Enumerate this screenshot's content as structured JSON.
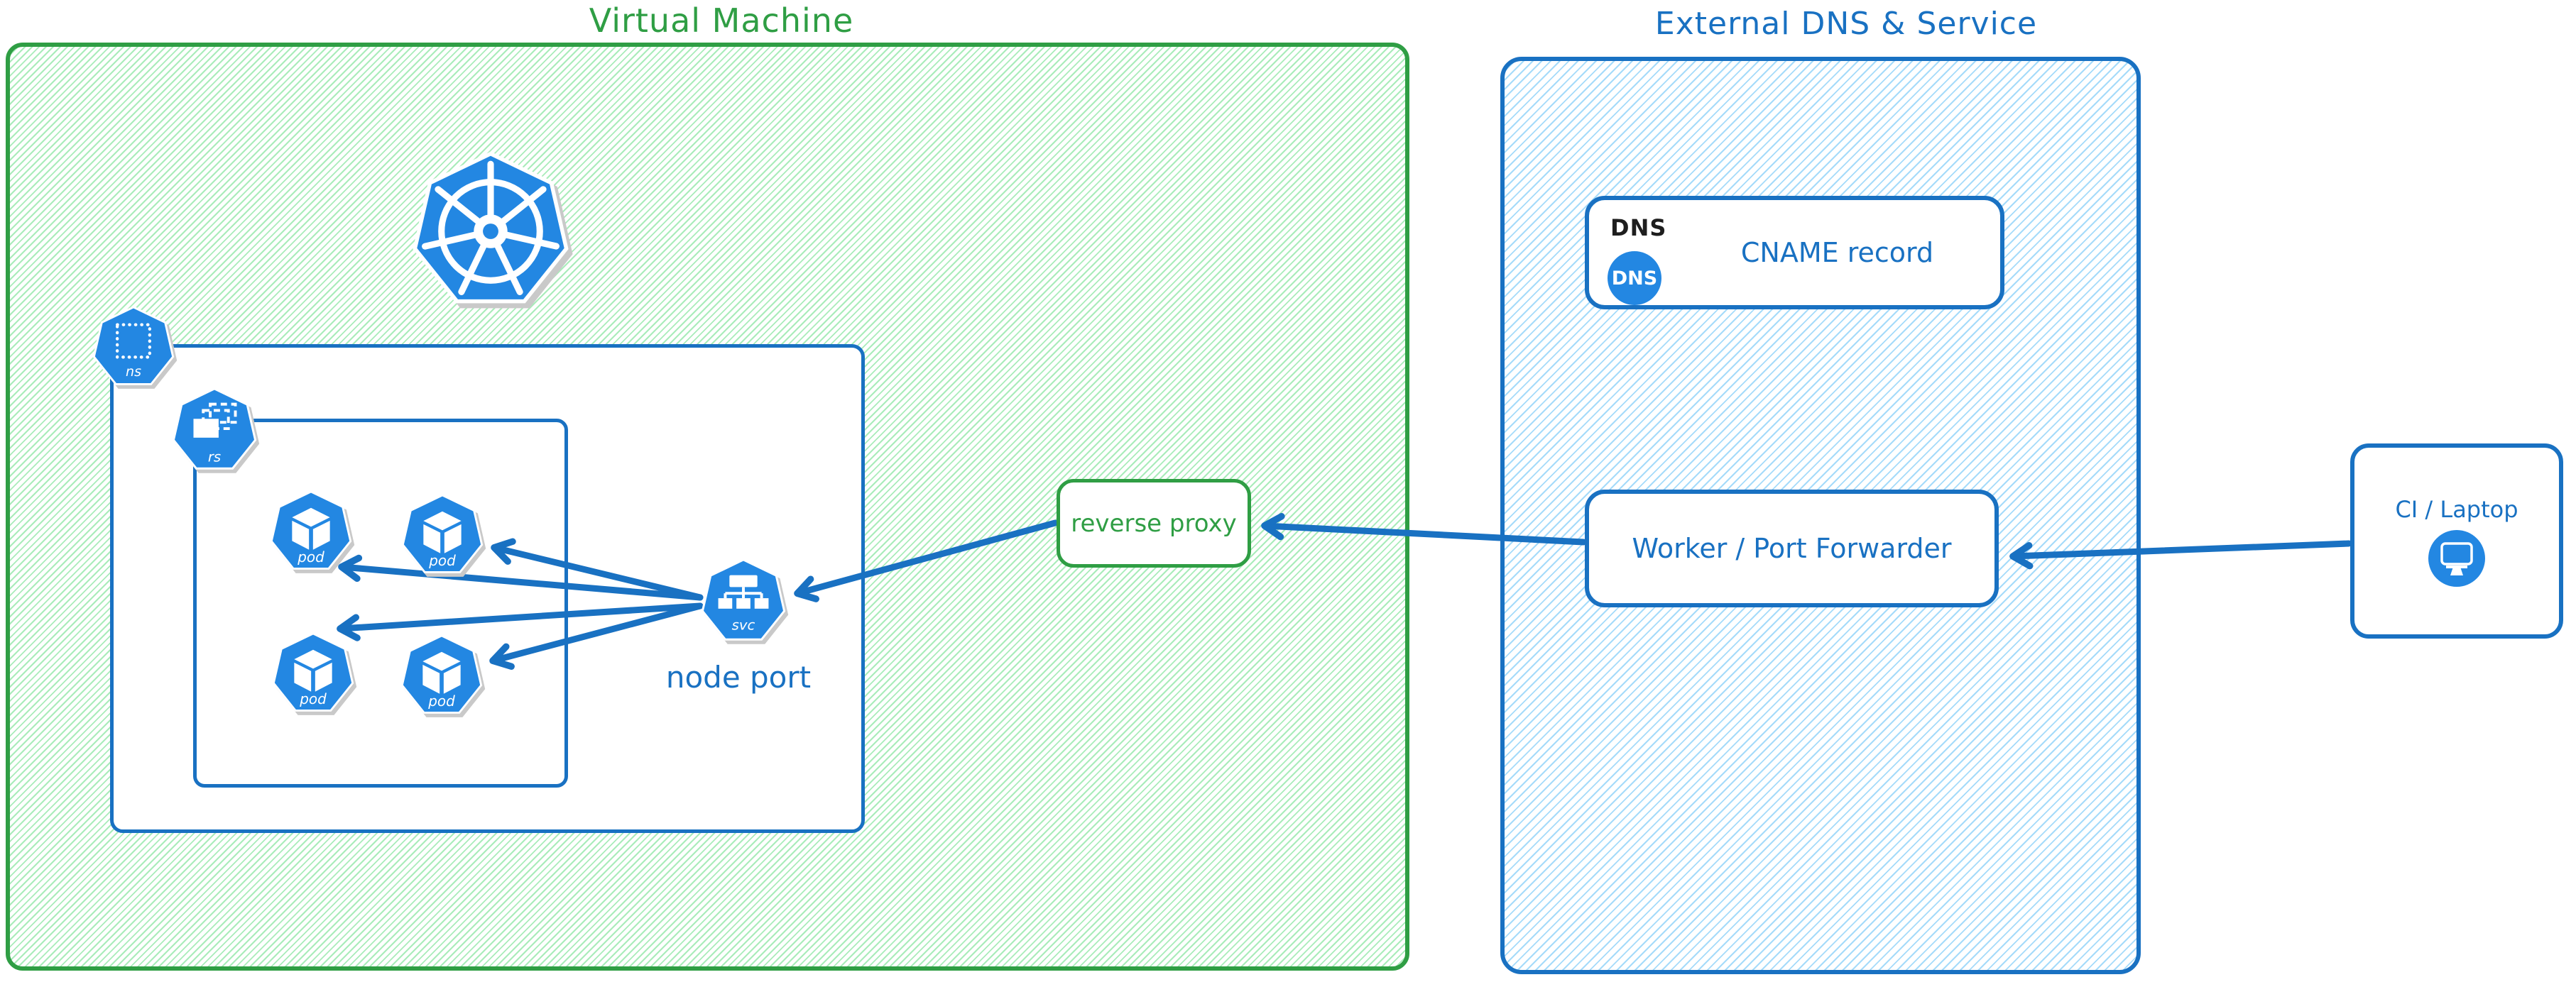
{
  "vm": {
    "title": "Virtual Machine"
  },
  "external": {
    "title": "External DNS & Service"
  },
  "kubernetes": {
    "logo_icon": "kubernetes-wheel",
    "ns_label": "ns",
    "rs_label": "rs",
    "pod_label": "pod",
    "svc_label": "svc",
    "node_port_label": "node port"
  },
  "reverse_proxy": {
    "label": "reverse proxy"
  },
  "dns": {
    "heading": "DNS",
    "badge": "DNS",
    "label": "CNAME record"
  },
  "worker": {
    "label": "Worker / Port Forwarder"
  },
  "ci": {
    "label": "CI / Laptop",
    "icon": "monitor-icon"
  },
  "colors": {
    "green": "#2f9e44",
    "blue": "#1971c2",
    "icon_blue": "#2387e2",
    "hatch_green": "#a9ecba",
    "hatch_blue": "#a5dbfa",
    "ink": "#1e1e1e",
    "shadow": "#c9c9c9"
  }
}
